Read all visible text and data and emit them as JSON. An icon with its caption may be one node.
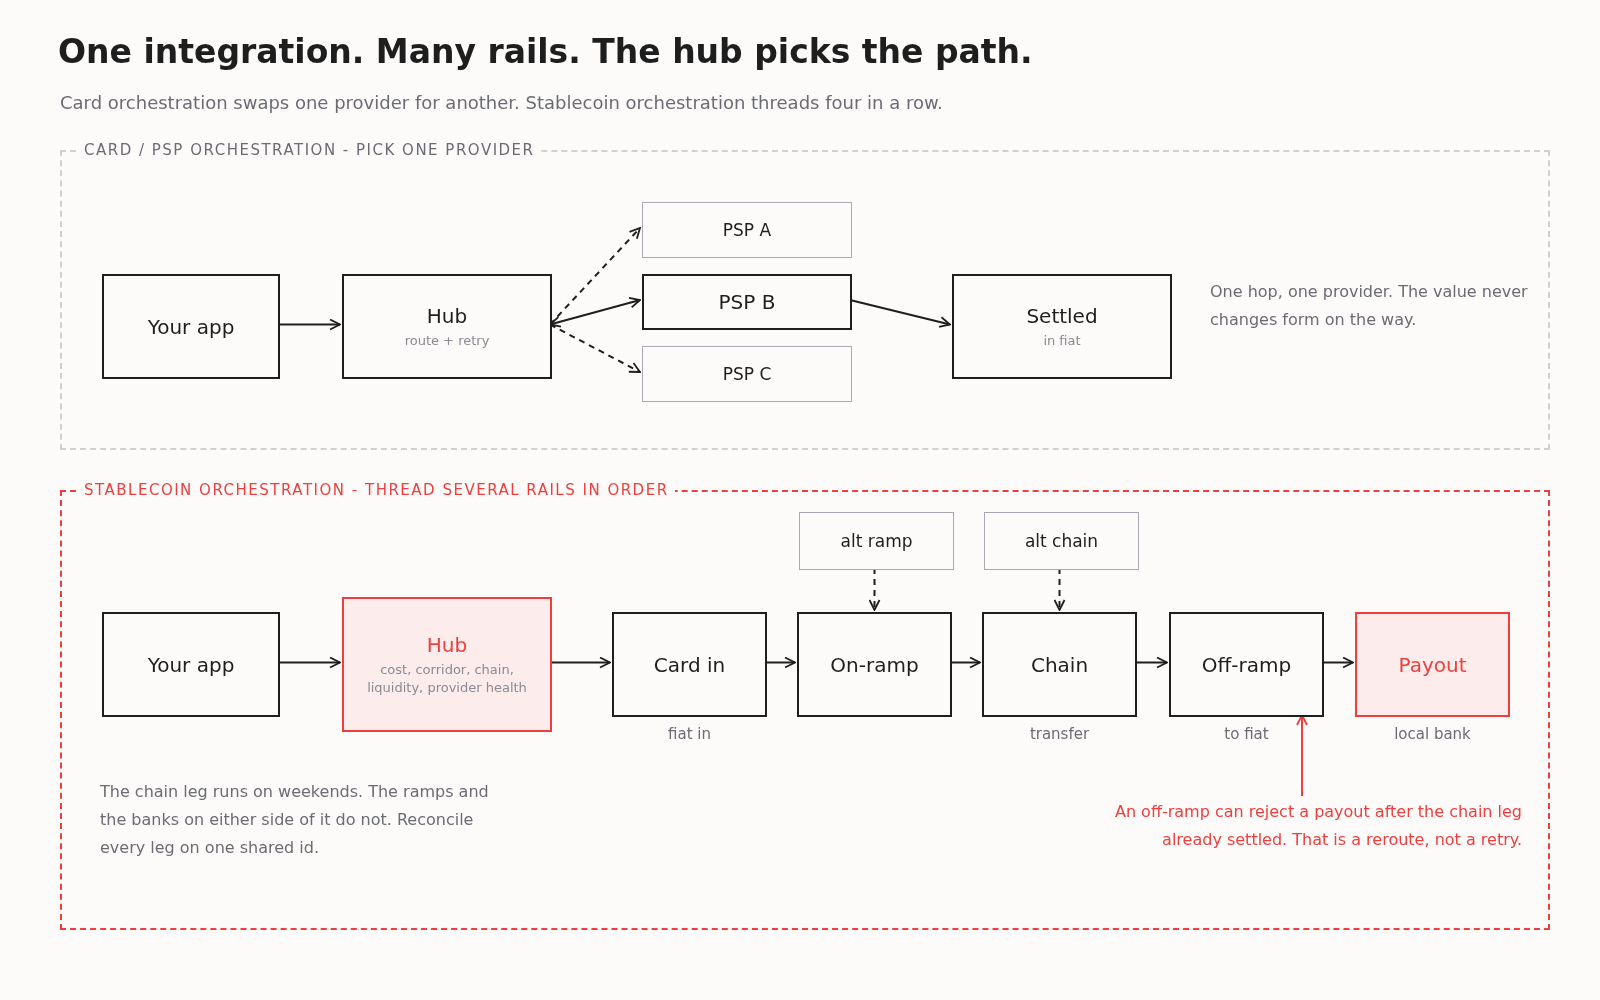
{
  "diagram": {
    "title": "One integration. Many rails. The hub picks the path.",
    "caption": "Card orchestration swaps one provider for another. Stablecoin orchestration threads four in a row.",
    "nodes": [
      {
        "text": [
          "CARD / PSP ORCHESTRATION - PICK ONE PROVIDER"
        ]
      },
      {
        "text": [
          "Your app"
        ],
        "in": 0
      },
      {
        "text": [
          "Hub",
          "route + retry"
        ],
        "in": 0
      },
      {
        "text": [
          "PSP A"
        ],
        "in": 0
      },
      {
        "text": [
          "PSP B"
        ],
        "in": 0
      },
      {
        "text": [
          "PSP C"
        ],
        "in": 0
      },
      {
        "text": [
          "Settled",
          "in fiat"
        ],
        "in": 0
      },
      {
        "text": [
          "STABLECOIN ORCHESTRATION - THREAD SEVERAL RAILS IN ORDER"
        ]
      },
      {
        "text": [
          "Your app"
        ],
        "in": 7
      },
      {
        "text": [
          "Hub",
          "cost, corridor, chain, liquidity, provider health"
        ],
        "in": 7
      },
      {
        "text": [
          "alt ramp"
        ],
        "in": 7
      },
      {
        "text": [
          "alt chain"
        ],
        "in": 7
      },
      {
        "text": [
          "Card in"
        ],
        "in": 7,
        "beside": [
          "fiat in"
        ]
      },
      {
        "text": [
          "On-ramp"
        ],
        "in": 7
      },
      {
        "text": [
          "Chain"
        ],
        "in": 7,
        "beside": [
          "transfer"
        ]
      },
      {
        "text": [
          "Off-ramp"
        ],
        "in": 7,
        "beside": [
          "to fiat"
        ]
      },
      {
        "text": [
          "Payout"
        ],
        "in": 7,
        "beside": [
          "local bank"
        ]
      },
      {
        "text": [
          "An off-ramp can reject a payout after the chain leg already settled. That is a reroute, not a retry."
        ],
        "in": 7
      }
    ],
    "edges": [
      {
        "from": 1,
        "to": 2,
        "arrow": "to"
      },
      {
        "from": 2,
        "to": 3,
        "arrow": "to",
        "style": "dashed"
      },
      {
        "from": 2,
        "to": 4,
        "arrow": "both"
      },
      {
        "from": 2,
        "to": 5,
        "arrow": "to",
        "style": "dashed"
      },
      {
        "from": 4,
        "to": 6,
        "arrow": "to"
      },
      {
        "from": 8,
        "to": 9,
        "arrow": "to"
      },
      {
        "from": 9,
        "to": 12,
        "arrow": "to"
      },
      {
        "from": 10,
        "to": 13,
        "arrow": "to",
        "style": "dashed"
      },
      {
        "from": 11,
        "to": 14,
        "arrow": "to",
        "style": "dashed"
      },
      {
        "from": 12,
        "to": 13,
        "arrow": "to"
      },
      {
        "from": 13,
        "to": 14,
        "arrow": "to"
      },
      {
        "from": 14,
        "to": 15,
        "arrow": "to"
      },
      {
        "from": 15,
        "to": 16,
        "arrow": "to"
      },
      {
        "from": 17,
        "to": 15,
        "arrow": "to",
        "color": "#f03e3e"
      }
    ],
    "labels": [
      "One hop, one provider. The value never changes form on the way.",
      "The chain leg runs on weekends. The ramps and the banks on either side of it do not. Reconcile every leg on one shared id."
    ]
  }
}
